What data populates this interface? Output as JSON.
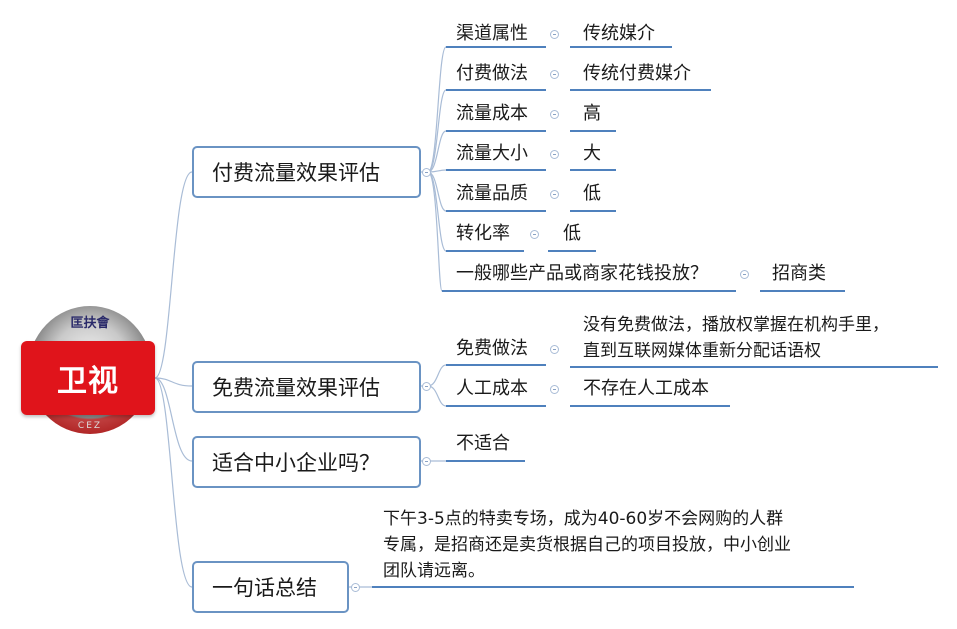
{
  "root": {
    "label": "卫视",
    "badge_top_text": "匡扶會",
    "badge_bottom_text": "CEZ",
    "colors": {
      "fill": "#e0141b",
      "text": "#ffffff"
    }
  },
  "branches": [
    {
      "label": "付费流量效果评估",
      "attributes": [
        {
          "key": "渠道属性",
          "value": "传统媒介"
        },
        {
          "key": "付费做法",
          "value": "传统付费媒介"
        },
        {
          "key": "流量成本",
          "value": "高"
        },
        {
          "key": "流量大小",
          "value": "大"
        },
        {
          "key": "流量品质",
          "value": "低"
        },
        {
          "key": "转化率",
          "value": "低"
        },
        {
          "key": "一般哪些产品或商家花钱投放？",
          "value": "招商类"
        }
      ]
    },
    {
      "label": "免费流量效果评估",
      "attributes": [
        {
          "key": "免费做法",
          "value_lines": [
            "没有免费做法，播放权掌握在机构手里，",
            "直到互联网媒体重新分配话语权"
          ]
        },
        {
          "key": "人工成本",
          "value": "不存在人工成本"
        }
      ]
    },
    {
      "label": "适合中小企业吗？",
      "answer": "不适合"
    },
    {
      "label": "一句话总结",
      "summary_lines": [
        "下午3-5点的特卖专场，成为40-60岁不会网购的人群",
        "专属，是招商还是卖货根据自己的项目投放，中小创业",
        "团队请远离。"
      ]
    }
  ],
  "colors": {
    "line": "#4f81bd",
    "border": "#6a93c3",
    "connector": "#a9bcd6"
  },
  "icons": {
    "toggle": "collapse-toggle-icon"
  }
}
